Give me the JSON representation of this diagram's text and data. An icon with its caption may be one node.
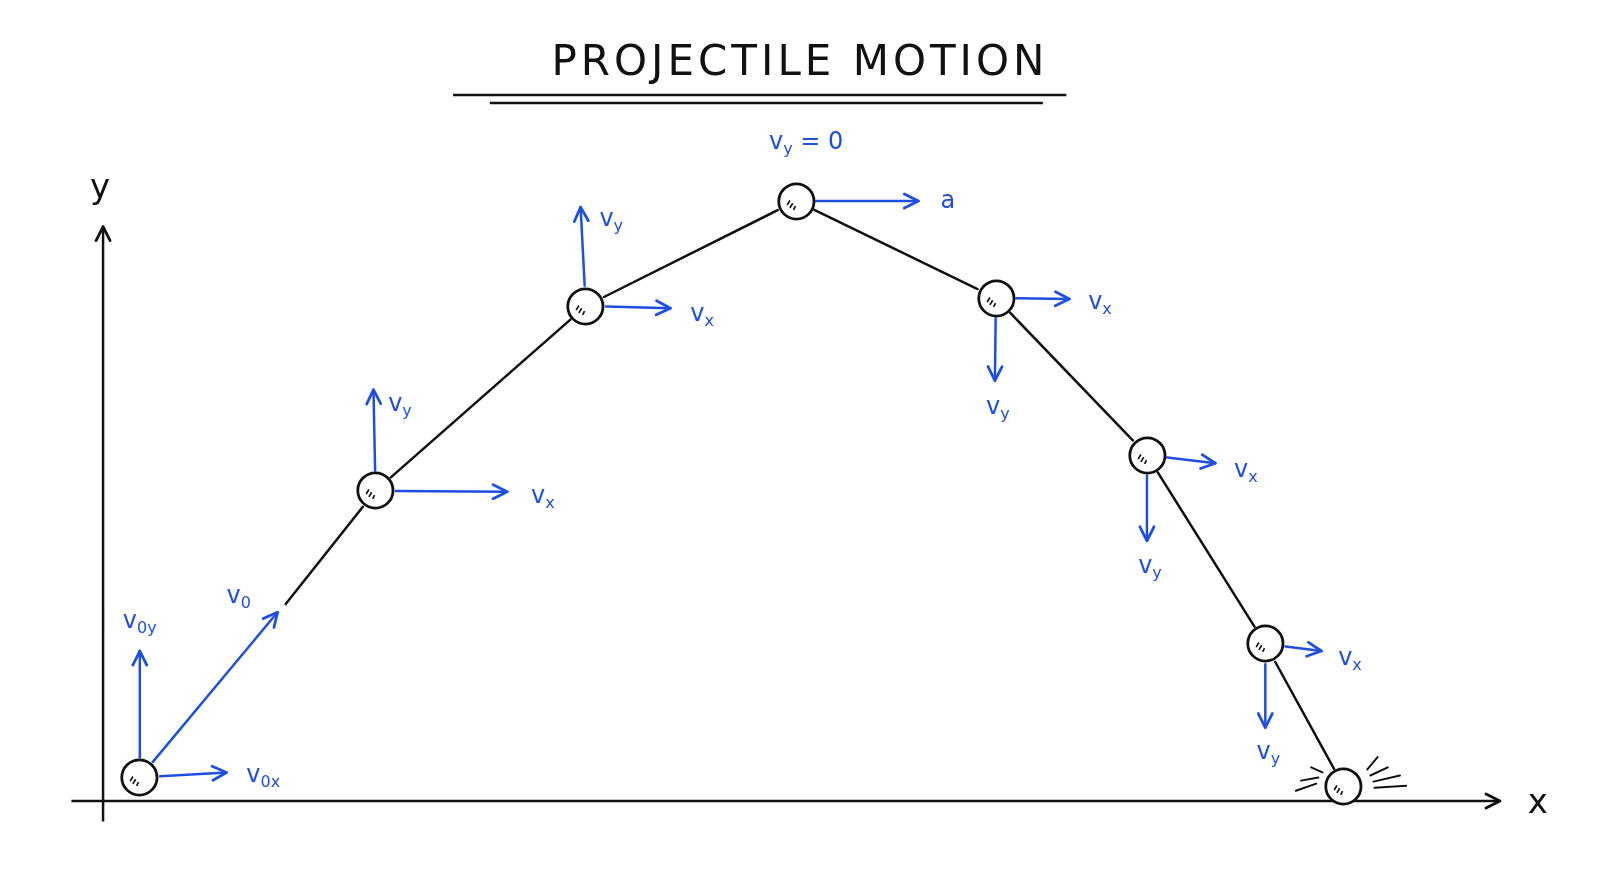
{
  "diagram": {
    "title": "PROJECTILE MOTION",
    "nodes": [
      {
        "text": [],
        "shape": "circle"
      },
      {
        "text": [],
        "shape": "circle"
      },
      {
        "text": [],
        "shape": "circle"
      },
      {
        "text": [],
        "shape": "circle"
      },
      {
        "text": [],
        "shape": "circle"
      },
      {
        "text": [],
        "shape": "circle"
      },
      {
        "text": [],
        "shape": "circle"
      },
      {
        "text": [],
        "shape": "circle"
      }
    ],
    "edges": [
      {
        "from": 0,
        "to": null,
        "arrow": "to",
        "label": "v$_{0x}$"
      },
      {
        "from": 0,
        "to": null,
        "arrow": "to",
        "label": "v$_{0y}$"
      },
      {
        "from": 0,
        "to": null,
        "arrow": "to",
        "label": "v$_{0}$"
      },
      {
        "from": null,
        "to": 1,
        "arrow": "none",
        "color": "#111111"
      },
      {
        "from": 1,
        "to": 2,
        "arrow": "none",
        "color": "#111111"
      },
      {
        "from": 2,
        "to": 3,
        "arrow": "none",
        "color": "#111111"
      },
      {
        "from": 3,
        "to": 4,
        "arrow": "none",
        "color": "#111111"
      },
      {
        "from": 4,
        "to": 5,
        "arrow": "none",
        "color": "#111111"
      },
      {
        "from": 5,
        "to": 6,
        "arrow": "none",
        "color": "#111111"
      },
      {
        "from": 6,
        "to": 7,
        "arrow": "none",
        "color": "#111111"
      },
      {
        "from": 1,
        "to": null,
        "arrow": "to",
        "label": "v$_{y}$"
      },
      {
        "from": 1,
        "to": null,
        "arrow": "to",
        "label": "v$_{x}$"
      },
      {
        "from": 2,
        "to": null,
        "arrow": "to",
        "label": "v$_{y}$"
      },
      {
        "from": 2,
        "to": null,
        "arrow": "to",
        "label": "v$_{x}$"
      },
      {
        "from": 3,
        "to": null,
        "arrow": "to",
        "label": "a"
      },
      {
        "from": 4,
        "to": null,
        "arrow": "to",
        "label": "v$_{x}$"
      },
      {
        "from": 4,
        "to": null,
        "arrow": "to",
        "label": "v$_{y}$"
      },
      {
        "from": 5,
        "to": null,
        "arrow": "to",
        "label": "v$_{x}$"
      },
      {
        "from": 5,
        "to": null,
        "arrow": "to",
        "label": "v$_{y}$"
      },
      {
        "from": 6,
        "to": null,
        "arrow": "to",
        "label": "v$_{x}$"
      },
      {
        "from": 6,
        "to": null,
        "arrow": "to",
        "label": "v$_{y}$"
      }
    ],
    "labels": [
      "y",
      "v$_{y}$ = 0",
      "x"
    ]
  }
}
